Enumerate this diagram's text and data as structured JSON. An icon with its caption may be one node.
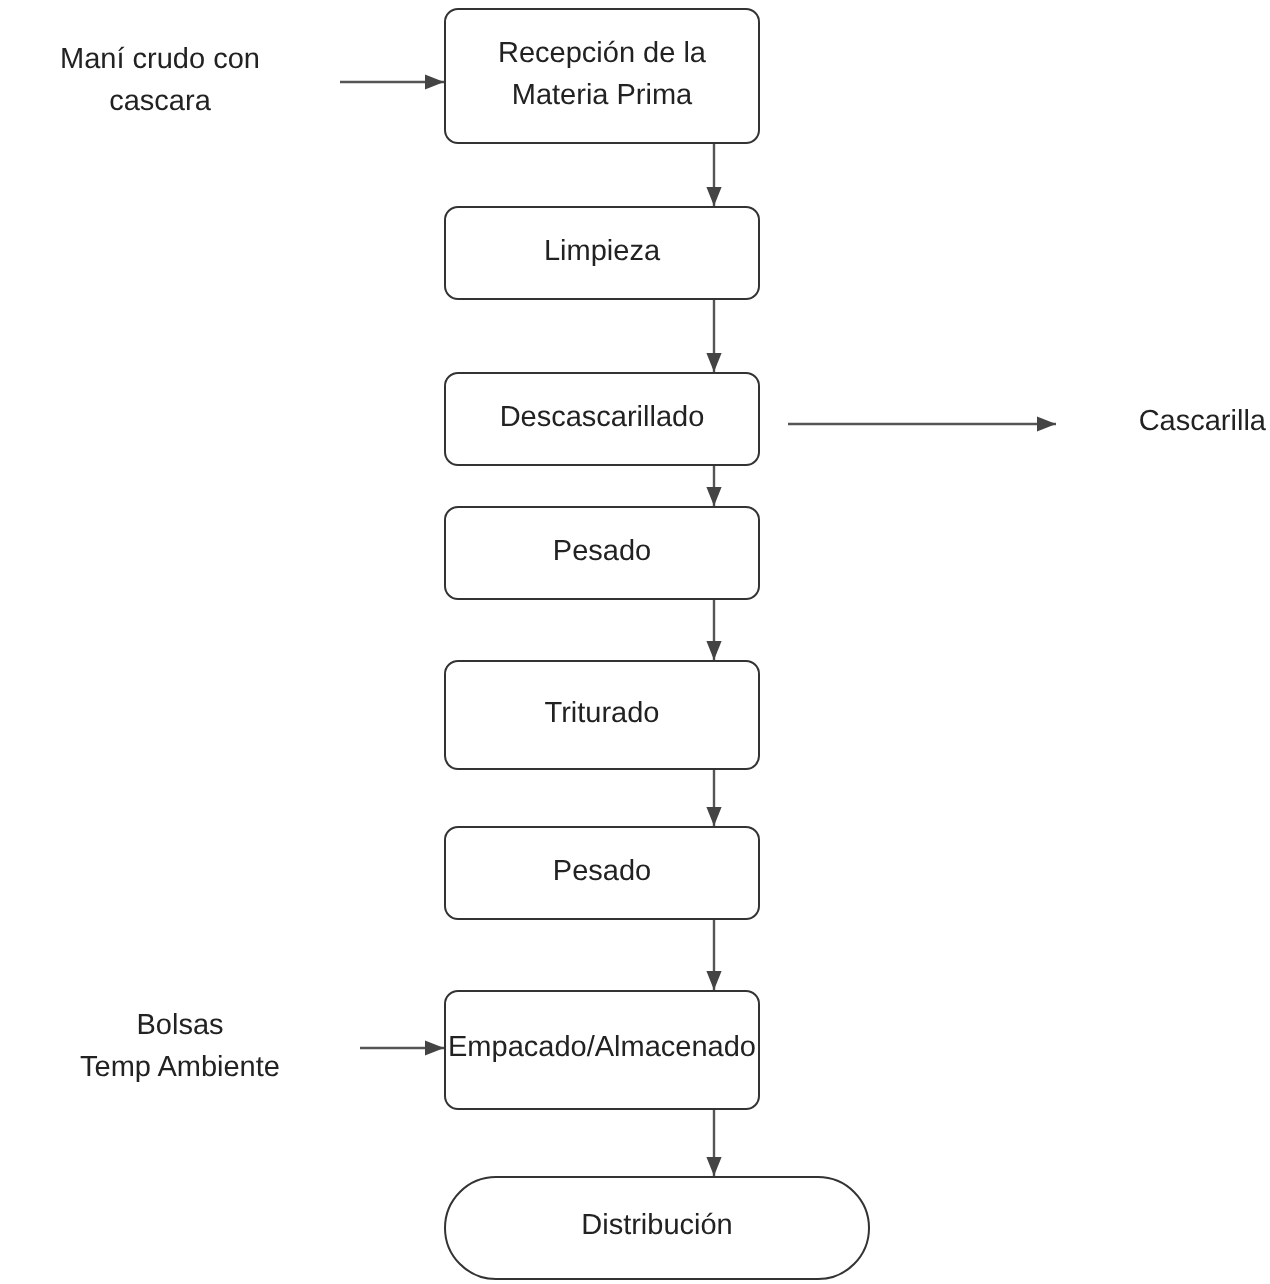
{
  "diagram": {
    "nodes": [
      {
        "text": [
          "Maní crudo con cascara"
        ]
      },
      {
        "text": [
          "Recepción de la Materia Prima"
        ]
      },
      {
        "text": [
          "Limpieza"
        ]
      },
      {
        "text": [
          "Descascarillado"
        ]
      },
      {
        "text": [
          "Cascarilla"
        ]
      },
      {
        "text": [
          "Pesado"
        ]
      },
      {
        "text": [
          "Triturado"
        ]
      },
      {
        "text": [
          "Pesado"
        ]
      },
      {
        "text": [
          "Bolsas",
          "Temp Ambiente"
        ]
      },
      {
        "text": [
          "Empacado/Almacenado"
        ]
      },
      {
        "text": [
          "Distribución"
        ]
      }
    ],
    "edges": [
      {
        "from": 0,
        "to": 1,
        "arrow": "to"
      },
      {
        "from": 1,
        "to": 2,
        "arrow": "to"
      },
      {
        "from": 2,
        "to": 3,
        "arrow": "to"
      },
      {
        "from": 3,
        "to": 4,
        "arrow": "to"
      },
      {
        "from": 3,
        "to": 5,
        "arrow": "to"
      },
      {
        "from": 5,
        "to": 6,
        "arrow": "to"
      },
      {
        "from": 6,
        "to": 7,
        "arrow": "to"
      },
      {
        "from": 8,
        "to": 9,
        "arrow": "to"
      },
      {
        "from": 7,
        "to": 9,
        "arrow": "to"
      },
      {
        "from": 9,
        "to": 10,
        "arrow": "to"
      }
    ]
  }
}
